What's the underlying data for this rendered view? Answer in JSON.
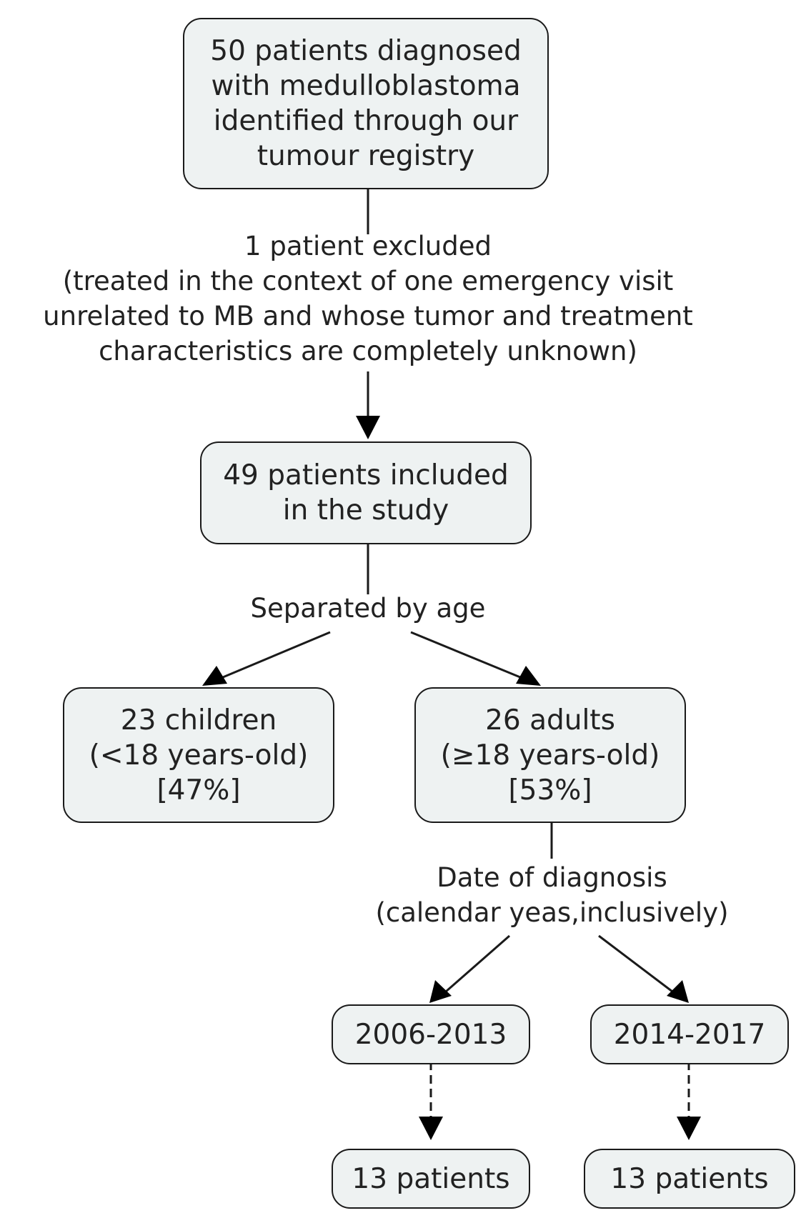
{
  "nodes": {
    "registry": {
      "lines": [
        "50 patients diagnosed",
        "with medulloblastoma",
        "identified through our",
        "tumour registry"
      ]
    },
    "included": {
      "lines": [
        "49 patients included",
        "in the study"
      ]
    },
    "children": {
      "lines": [
        "23 children",
        "(<18 years-old)",
        "[47%]"
      ]
    },
    "adults": {
      "lines": [
        "26 adults",
        "(≥18 years-old)",
        "[53%]"
      ]
    },
    "period_a": {
      "lines": [
        "2006-2013"
      ]
    },
    "period_b": {
      "lines": [
        "2014-2017"
      ]
    },
    "count_a": {
      "lines": [
        "13 patients"
      ]
    },
    "count_b": {
      "lines": [
        "13 patients"
      ]
    }
  },
  "labels": {
    "exclusion": {
      "lines": [
        "1 patient excluded",
        "(treated in the context of one emergency visit",
        "unrelated to MB and whose tumor and treatment",
        "characteristics are completely unknown)"
      ]
    },
    "split_age": {
      "lines": [
        "Separated by age"
      ]
    },
    "split_date": {
      "lines": [
        "Date of diagnosis",
        "(calendar yeas,inclusively)"
      ]
    }
  },
  "colors": {
    "box_fill": "#eef2f2",
    "stroke": "#1a1a1a"
  }
}
